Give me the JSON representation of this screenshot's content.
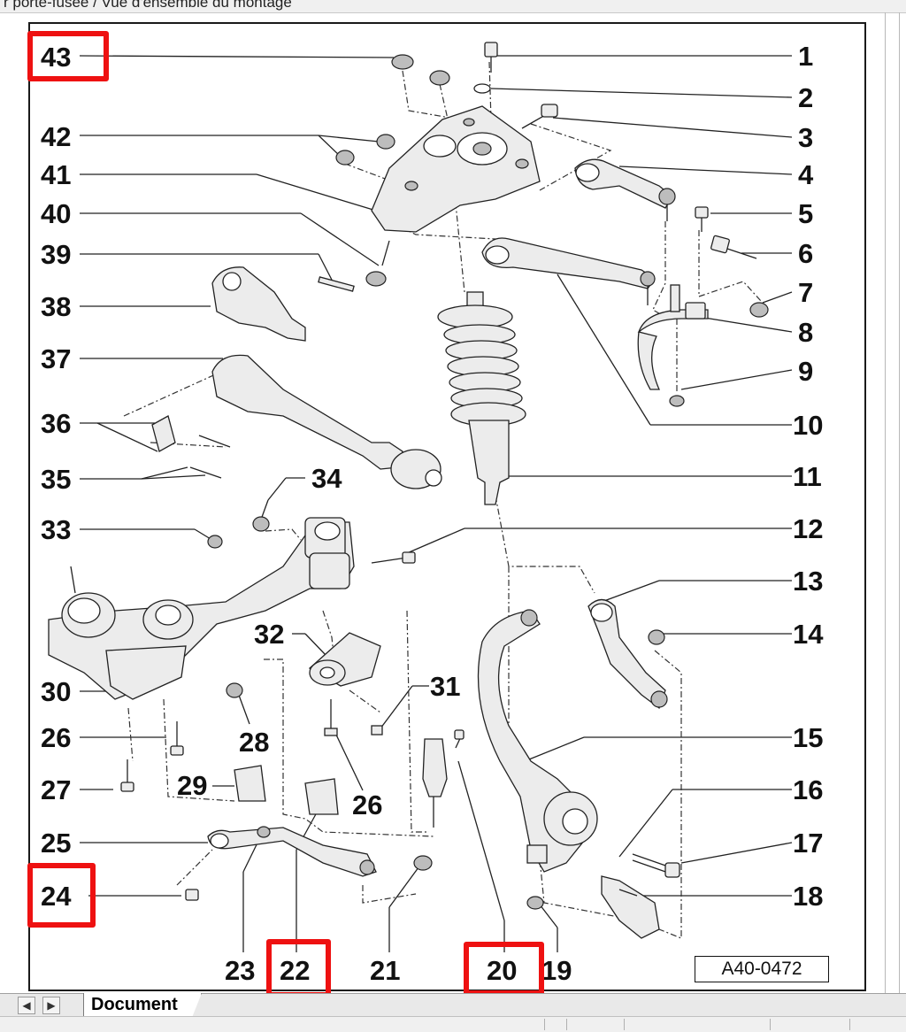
{
  "window": {
    "title_fragment": "r porte-fusée / Vue d'ensemble du montage"
  },
  "diagram": {
    "reference_code": "A40-0472",
    "callouts_right": [
      "1",
      "2",
      "3",
      "4",
      "5",
      "6",
      "7",
      "8",
      "9",
      "10",
      "11",
      "12",
      "13",
      "14",
      "15",
      "16",
      "17",
      "18"
    ],
    "callouts_left": [
      "43",
      "42",
      "41",
      "40",
      "39",
      "38",
      "37",
      "36",
      "35",
      "33",
      "30",
      "26",
      "27",
      "25",
      "24"
    ],
    "callouts_inner": [
      "34",
      "32",
      "31",
      "28",
      "29",
      "26"
    ],
    "callouts_bottom": [
      "23",
      "22",
      "21",
      "20",
      "19"
    ]
  },
  "highlights": {
    "color": "#ee1111",
    "marked_labels": [
      "43",
      "24",
      "22",
      "20"
    ]
  },
  "tabs": {
    "active_label": "Document"
  },
  "icons": {
    "scroll_left": "triangle-left-icon",
    "scroll_right": "triangle-right-icon"
  }
}
